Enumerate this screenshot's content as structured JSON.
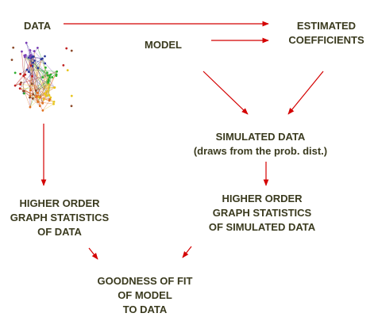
{
  "nodes": {
    "data": {
      "lines": [
        "DATA"
      ]
    },
    "model": {
      "lines": [
        "MODEL"
      ]
    },
    "estimated": {
      "lines": [
        "ESTIMATED",
        "COEFFICIENTS"
      ]
    },
    "simulated": {
      "lines": [
        "SIMULATED DATA",
        "(draws from the prob. dist.)"
      ]
    },
    "hos_data": {
      "lines": [
        "HIGHER ORDER",
        "GRAPH STATISTICS",
        "OF DATA"
      ]
    },
    "hos_sim": {
      "lines": [
        "HIGHER ORDER",
        "GRAPH STATISTICS",
        "OF SIMULATED DATA"
      ]
    },
    "gof": {
      "lines": [
        "GOODNESS OF FIT",
        "OF MODEL",
        "TO DATA"
      ]
    }
  },
  "colors": {
    "text": "#3a3a1e",
    "arrow": "#d40000",
    "network_clusters": [
      "#2d3a9a",
      "#7a3fb5",
      "#2fae2f",
      "#e8c51c",
      "#e0701e",
      "#8b4a2a",
      "#c02020"
    ]
  },
  "icons": {
    "network": "network-graph-icon"
  }
}
